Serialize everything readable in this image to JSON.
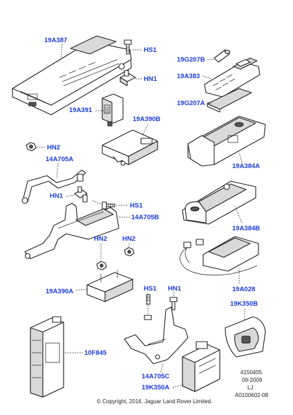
{
  "callouts": {
    "c19A387": "19A387",
    "hs1_top": "HS1",
    "hn1_top": "HN1",
    "c19A391": "19A391",
    "c19A390B": "19A390B",
    "hn2_left": "HN2",
    "c14A705A": "14A705A",
    "hn1_mid": "HN1",
    "hs1_mid": "HS1",
    "c14A705B": "14A705B",
    "hn2_a": "HN2",
    "hn2_b": "HN2",
    "c19A390A": "19A390A",
    "c10F845": "10F845",
    "hs1_low": "HS1",
    "hn1_low": "HN1",
    "c14A705C": "14A705C",
    "c19K350A": "19K350A",
    "c19G207B": "19G207B",
    "c19A383": "19A383",
    "c19G207A": "19G207A",
    "c19A384A": "19A384A",
    "c19A384B": "19A384B",
    "c19A028": "19A028",
    "c19K350B": "19K350B"
  },
  "reference": {
    "number": "4150405",
    "date": "09-2009",
    "code": "LJ",
    "drawing": "A0100602-08"
  },
  "copyright": "© Copyright, 2016. Jaguar Land Rover Limited."
}
